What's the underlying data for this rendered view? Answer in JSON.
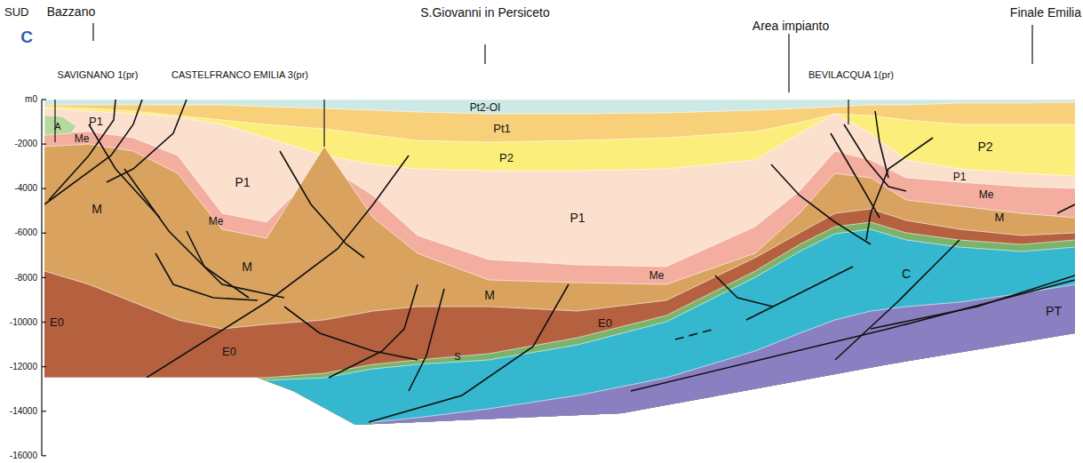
{
  "diagram": {
    "labels": [
      "SUD",
      "Bazzano",
      "S.Giovanni in Persiceto",
      "Area impianto",
      "Finale Emilia",
      "C",
      "SAVIGNANO 1(pr)",
      "CASTELFRANCO EMILIA 3(pr)",
      "BEVILACQUA 1(pr)",
      "m0",
      "-2000",
      "-4000",
      "-6000",
      "-8000",
      "-10000",
      "-12000",
      "-14000",
      "-16000",
      "Pt2-OI",
      "Pt1",
      "P2",
      "P1",
      "Me",
      "M",
      "E0",
      "S",
      "C",
      "P1",
      "A",
      "Me",
      "M",
      "E0",
      "P1",
      "Me",
      "M",
      "E0",
      "P2",
      "P1",
      "Me",
      "M",
      "PT"
    ]
  }
}
